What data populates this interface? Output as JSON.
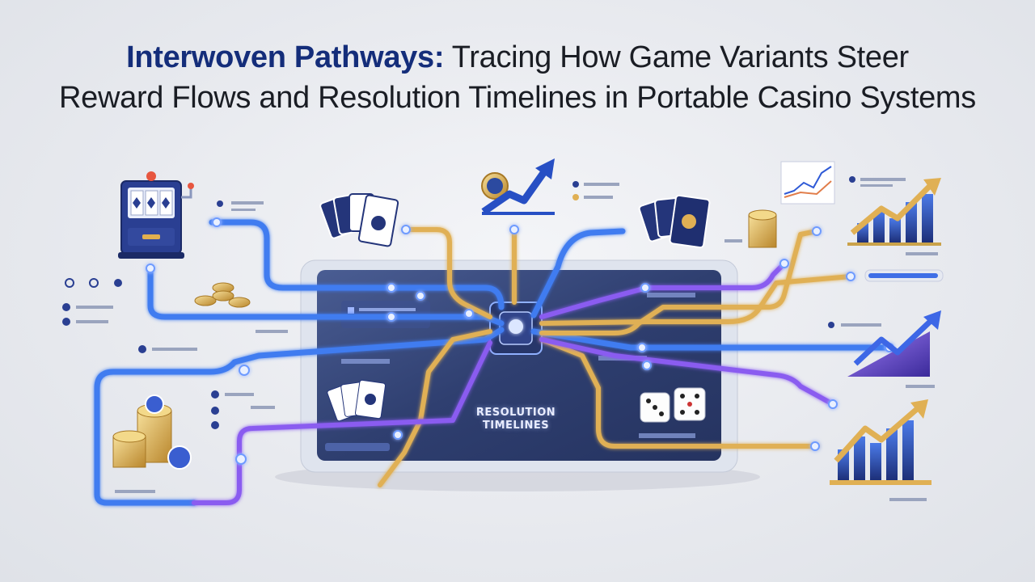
{
  "title": {
    "highlight": "Interwoven Pathways:",
    "line1_rest": "Tracing How Game Variants Steer",
    "line2": "Reward Flows and Resolution Timelines in Portable Casino Systems"
  },
  "center_label": {
    "line1": "RESOLUTION",
    "line2": "TIMELINES"
  },
  "colors": {
    "title_accent": "#142d7a",
    "blue_path": "#3f7cf0",
    "gold_path": "#e0b054",
    "purple_path": "#8a5cf0",
    "screen": "#3a4f86"
  },
  "icons": [
    "slot-machine-icon",
    "playing-cards-icon",
    "coin-stack-icon",
    "growth-chart-icon",
    "dice-icon",
    "dollar-coin-icon",
    "line-chart-icon"
  ]
}
